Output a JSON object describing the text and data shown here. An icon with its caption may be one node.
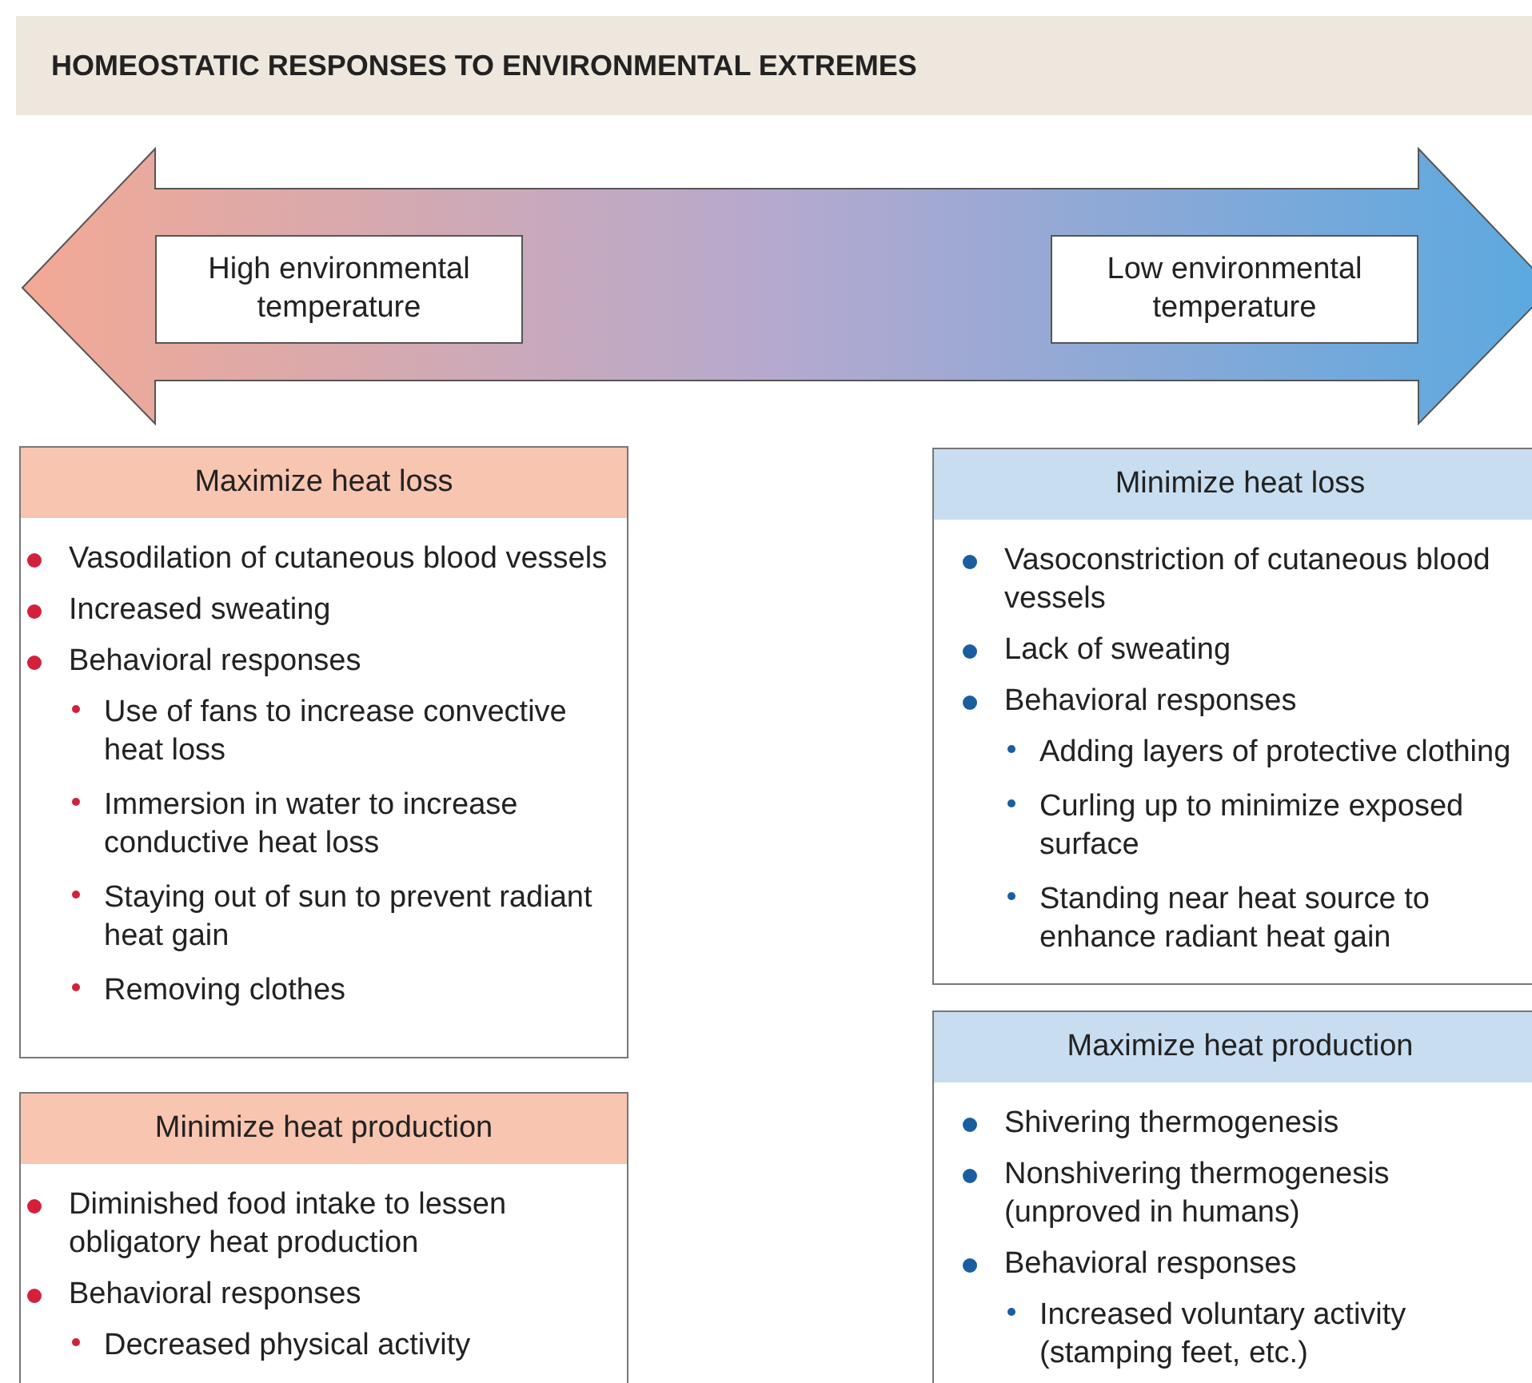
{
  "diagram": {
    "title": "HOMEOSTATIC RESPONSES TO ENVIRONMENTAL EXTREMES",
    "nodes": [
      {
        "text": [
          "High environmental temperature"
        ]
      },
      {
        "text": [
          "Low environmental temperature"
        ]
      },
      {
        "text": [
          "Maximize heat loss",
          "Vasodilation of cutaneous blood vessels",
          "Increased sweating",
          "Behavioral responses",
          "Use of fans to increase convective heat loss",
          "Immersion in water to increase conductive heat loss",
          "Staying out of sun to prevent radiant heat gain",
          "Removing clothes"
        ]
      },
      {
        "text": [
          "Minimize heat production",
          "Diminished food intake to lessen obligatory heat production",
          "Behavioral responses",
          "Decreased physical activity"
        ]
      },
      {
        "text": [
          "Minimize heat loss",
          "Vasoconstriction of cutaneous blood vessels",
          "Lack of sweating",
          "Behavioral responses",
          "Adding layers of protective clothing",
          "Curling up to minimize exposed surface",
          "Standing near heat source to enhance radiant heat gain"
        ]
      },
      {
        "text": [
          "Maximize heat production",
          "Shivering thermogenesis",
          "Nonshivering thermogenesis (unproved in humans)",
          "Behavioral responses",
          "Increased voluntary activity (stamping feet, etc.)"
        ]
      }
    ]
  }
}
